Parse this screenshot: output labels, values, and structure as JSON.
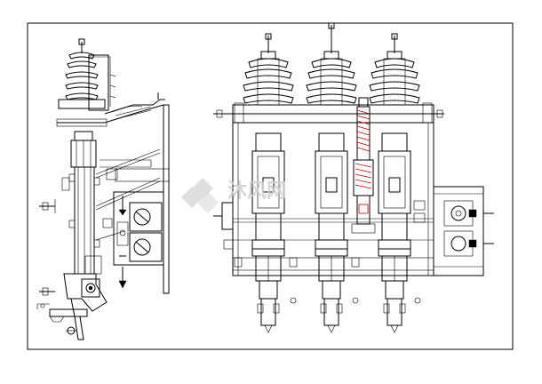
{
  "drawing": {
    "type": "mechanical drawing",
    "views": [
      "side-view",
      "front-view"
    ],
    "phases": 3,
    "colors": {
      "line": "#000000",
      "watermark": "#d9d9d9",
      "spring": "#c00000"
    }
  },
  "watermark": {
    "text": "沐风网",
    "icon": "diamond-logo-icon"
  }
}
